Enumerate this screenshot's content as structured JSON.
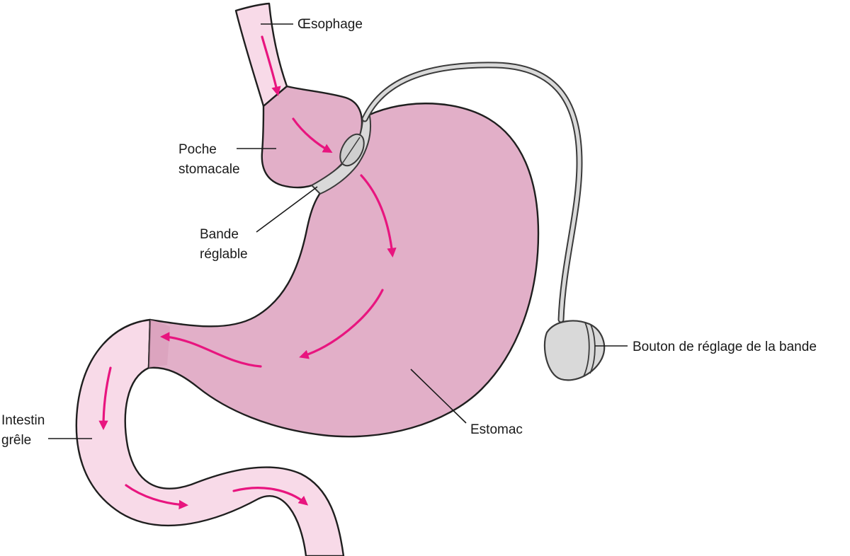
{
  "labels": {
    "esophagus": "Œsophage",
    "pouch_line1": "Poche",
    "pouch_line2": "stomacale",
    "band_line1": "Bande",
    "band_line2": "réglable",
    "intestine_line1": "Intestin",
    "intestine_line2": "grêle",
    "stomach": "Estomac",
    "port": "Bouton de réglage de la bande"
  },
  "colors": {
    "stomach_fill": "#e2afc8",
    "intestine_fill": "#f8dae8",
    "esophagus_fill": "#f8dae8",
    "arrow": "#e8157f",
    "device_fill": "#d9d9d9",
    "device_stroke": "#3a3a3a",
    "outline": "#1f1f1f"
  }
}
